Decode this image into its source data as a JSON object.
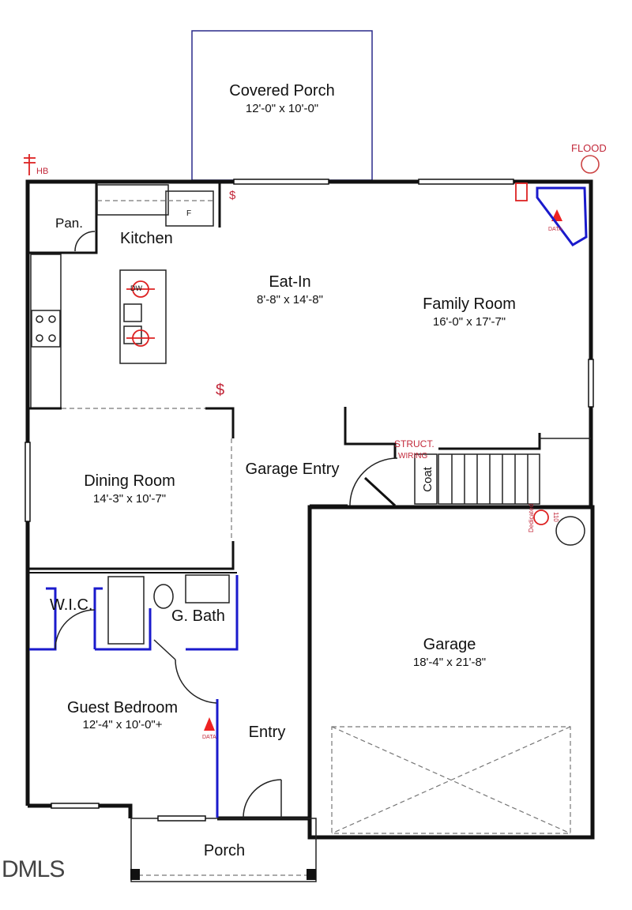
{
  "rooms": {
    "covered_porch": {
      "name": "Covered Porch",
      "dims": "12'-0\" x 10'-0\""
    },
    "kitchen": {
      "name": "Kitchen"
    },
    "pantry": {
      "name": "Pan."
    },
    "eat_in": {
      "name": "Eat-In",
      "dims": "8'-8\" x 14'-8\""
    },
    "family_room": {
      "name": "Family Room",
      "dims": "16'-0\" x 17'-7\""
    },
    "dining_room": {
      "name": "Dining Room",
      "dims": "14'-3\" x 10'-7\""
    },
    "garage_entry": {
      "name": "Garage Entry"
    },
    "coat": {
      "name": "Coat"
    },
    "wic": {
      "name": "W.I.C."
    },
    "g_bath": {
      "name": "G. Bath"
    },
    "garage": {
      "name": "Garage",
      "dims": "18'-4\" x 21'-8\""
    },
    "guest_bedroom": {
      "name": "Guest Bedroom",
      "dims": "12'-4\" x 10'-0\"+"
    },
    "entry": {
      "name": "Entry"
    },
    "porch": {
      "name": "Porch"
    }
  },
  "annotations": {
    "hose_bib": "HB",
    "flood": "FLOOD",
    "fridge": "F",
    "dishwasher": "DW",
    "data_1": "DATA",
    "data_2": "DATA",
    "struct": "STRUCT.",
    "wiring": "WIRING",
    "dedicated": "Dedicated",
    "v110": "110",
    "switch_1": "$",
    "switch_2": "$"
  },
  "watermark": "DMLS",
  "colors": {
    "walls": "#111111",
    "electrical": "#d22222",
    "blue_lines": "#1a1acc"
  }
}
